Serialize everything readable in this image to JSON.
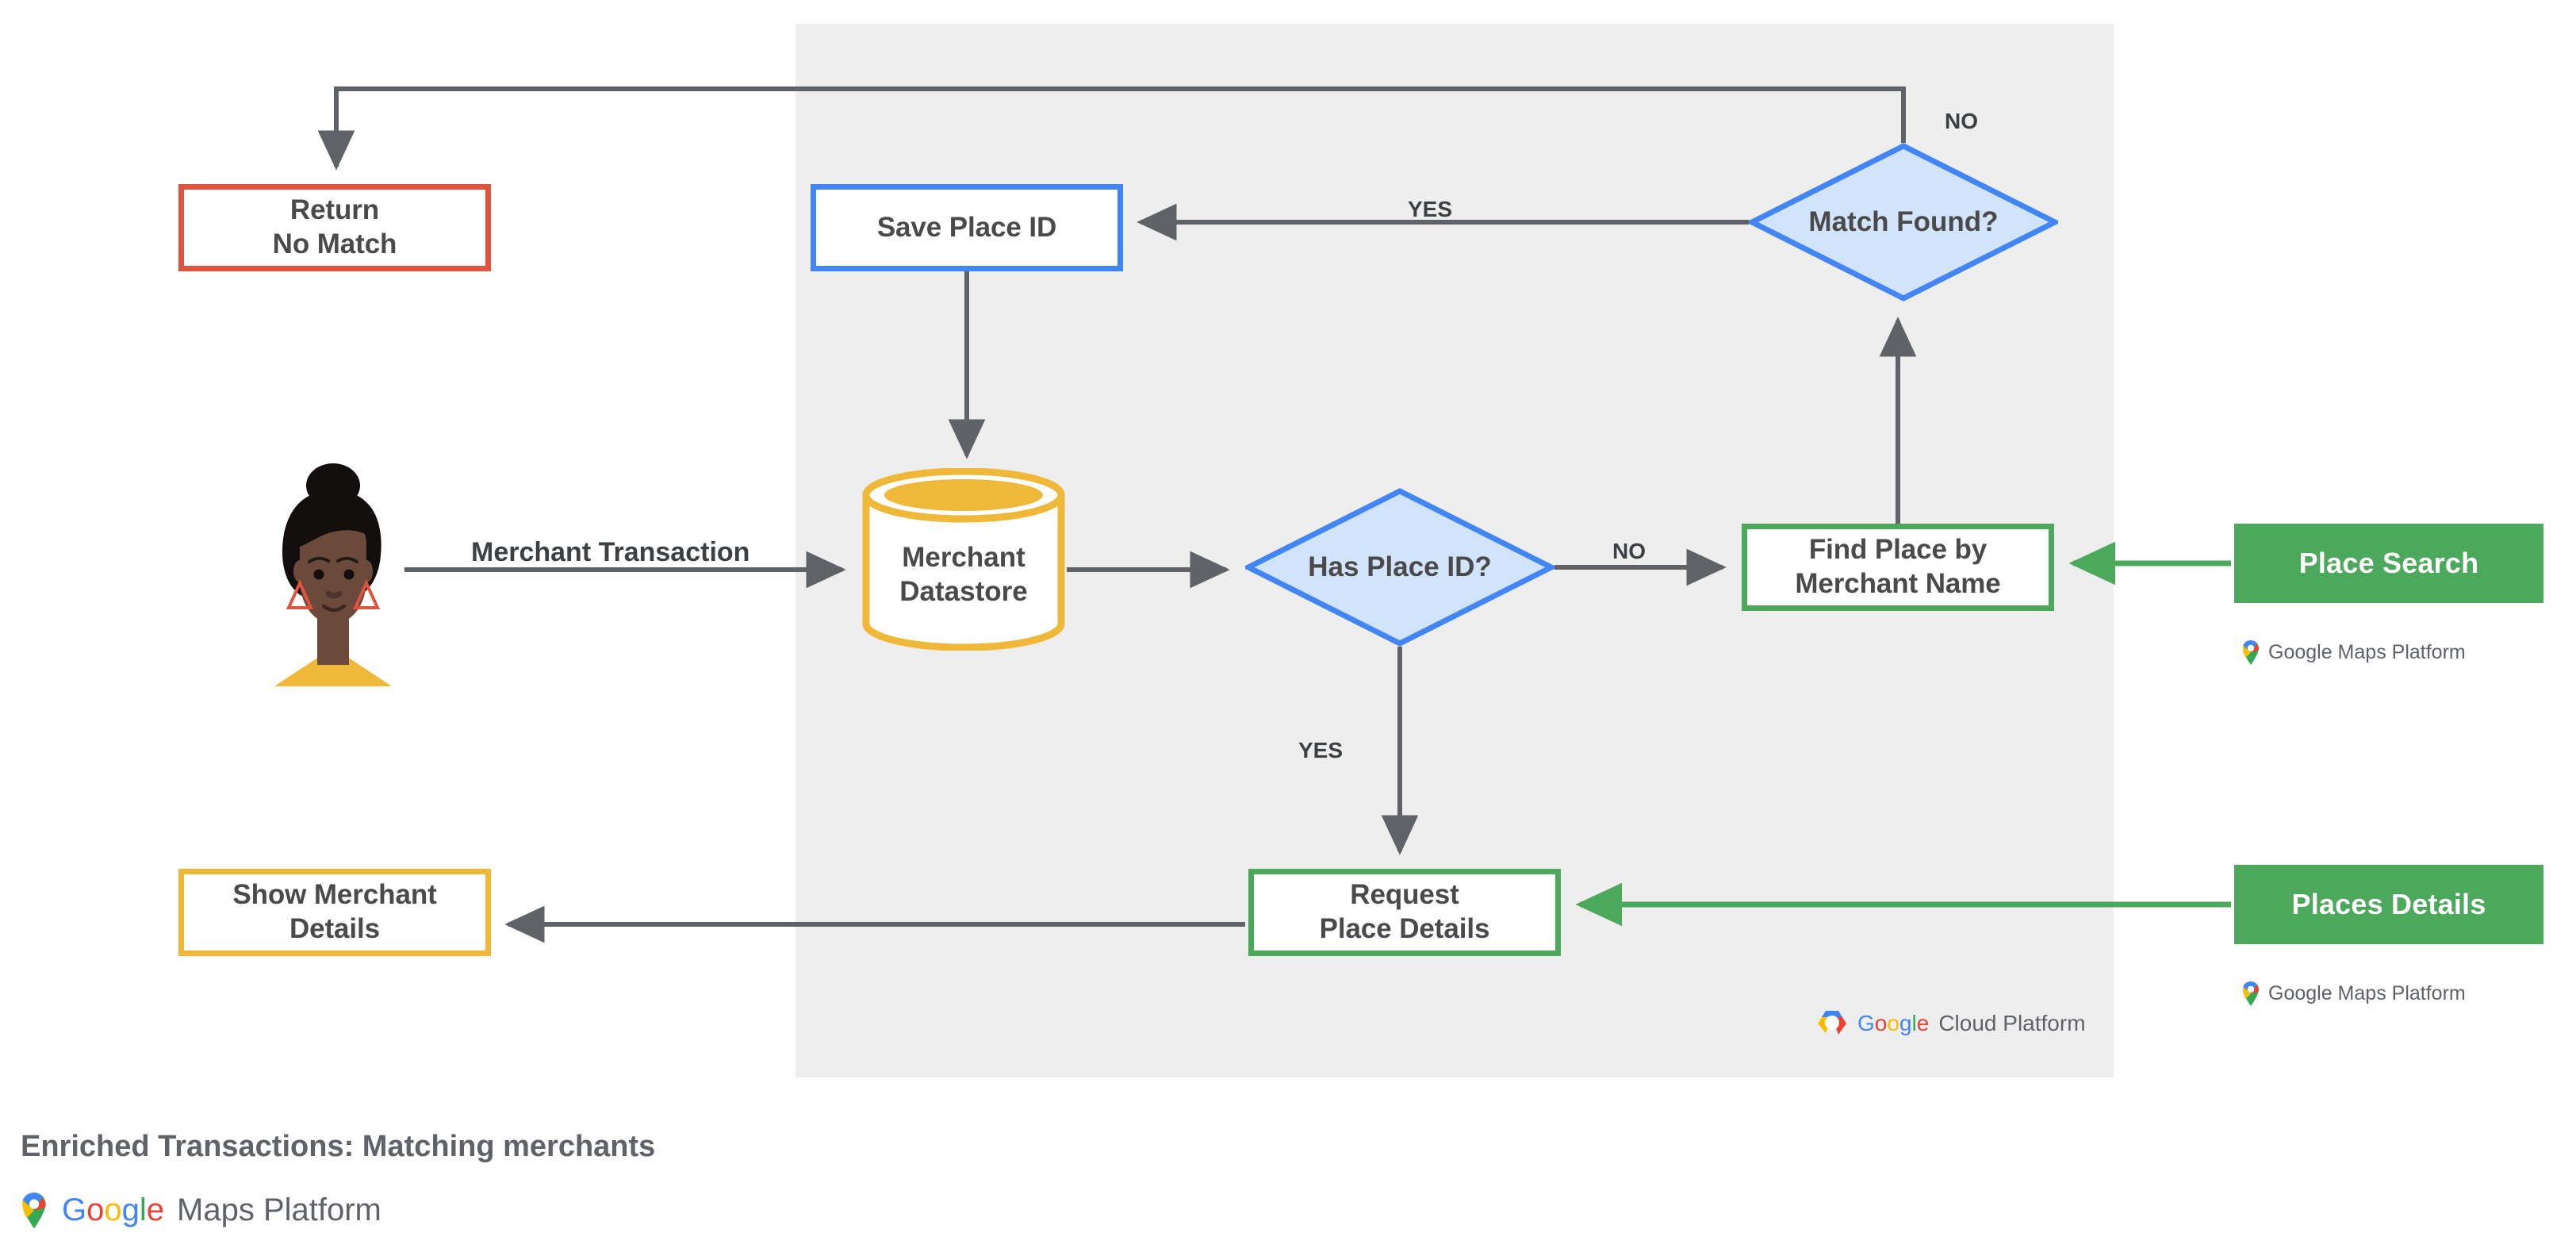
{
  "diagram": {
    "title": "Enriched Transactions: Matching merchants",
    "footer_brand": "Google Maps Platform",
    "panel_brand": "Google Cloud Platform",
    "colors": {
      "panel_background": "#eeeeee",
      "red": "#E0533F",
      "blue": "#4285F4",
      "blue_fill": "#D2E3FC",
      "green": "#4CA85B",
      "yellow": "#EFB839",
      "edge_gray": "#5f6368",
      "text_gray": "#4a4a4a"
    },
    "nodes": {
      "return_no_match": {
        "line1": "Return",
        "line2": "No Match"
      },
      "save_place_id": {
        "line1": "Save Place ID"
      },
      "match_found": {
        "line1": "Match",
        "line2": "Found?"
      },
      "has_place_id": {
        "line1": "Has",
        "line2": "Place ID?"
      },
      "merchant_datastore": {
        "line1": "Merchant",
        "line2": "Datastore"
      },
      "find_place": {
        "line1": "Find Place by",
        "line2": "Merchant Name"
      },
      "request_place_details": {
        "line1": "Request",
        "line2": "Place Details"
      },
      "show_merchant_details": {
        "line1": "Show Merchant",
        "line2": "Details"
      }
    },
    "api_chips": [
      {
        "label": "Place Search",
        "caption": "Google Maps Platform"
      },
      {
        "label": "Places Details",
        "caption": "Google Maps Platform"
      }
    ],
    "edge_labels": {
      "merchant_transaction": "Merchant Transaction",
      "yes_match_found": "YES",
      "no_match_found": "NO",
      "no_has_place_id": "NO",
      "yes_has_place_id": "YES"
    },
    "logo_text": {
      "g1": "G",
      "o1": "o",
      "o2": "o",
      "g2": "g",
      "l": "l",
      "e": "e",
      "maps_platform": "Maps Platform",
      "cloud_platform": "Cloud Platform"
    }
  }
}
